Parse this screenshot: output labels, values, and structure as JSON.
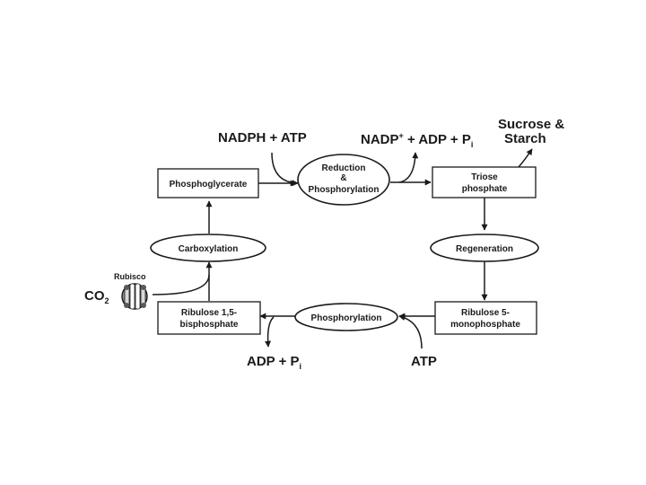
{
  "nodes": {
    "phosphoglycerate": "Phosphoglycerate",
    "reduction_line1": "Reduction",
    "reduction_line2": "&",
    "reduction_line3": "Phosphorylation",
    "triose_line1": "Triose",
    "triose_line2": "phosphate",
    "carboxylation": "Carboxylation",
    "regeneration": "Regeneration",
    "rubp_line1": "Ribulose 1,5-",
    "rubp_line2": "bisphosphate",
    "phosphorylation": "Phosphorylation",
    "ru5p_line1": "Ribulose 5-",
    "ru5p_line2": "monophosphate"
  },
  "labels": {
    "nadph_atp": "NADPH + ATP",
    "nadp": "NADP",
    "nadp_sup": "+",
    "adp_pi_top": " + ADP + P",
    "pi_sub_top": "i",
    "sucrose_line1": "Sucrose &",
    "sucrose_line2": "Starch",
    "rubisco": "Rubisco",
    "co2": "CO",
    "co2_sub": "2",
    "adp_pi_bottom": "ADP + P",
    "pi_sub_bottom": "i",
    "atp_bottom": "ATP"
  },
  "colors": {
    "ink": "#1a1a1a",
    "rubisco_fill": "#8c8c8c",
    "background": "#ffffff"
  }
}
